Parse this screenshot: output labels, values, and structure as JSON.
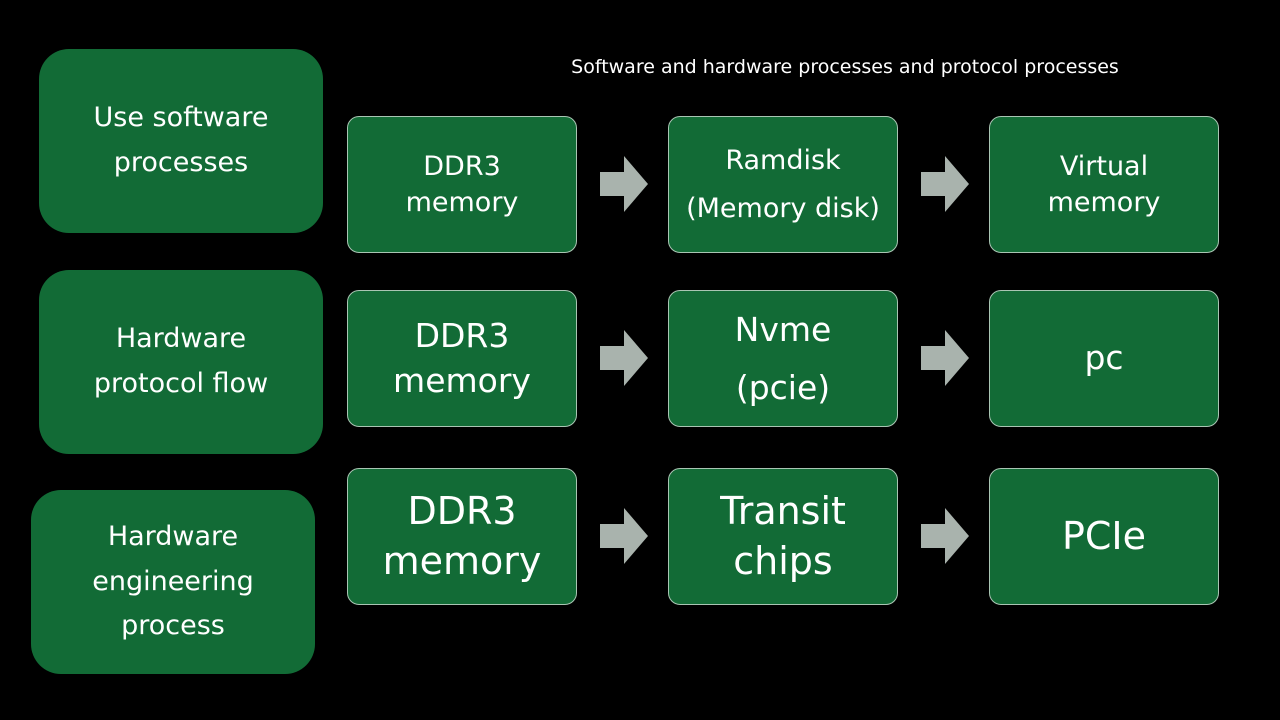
{
  "title": "Software and hardware processes and protocol processes",
  "colors": {
    "box_fill": "#126b36",
    "box_border": "#a9c5b3",
    "arrow": "#a9b3ad",
    "background": "#000000"
  },
  "rows": [
    {
      "label": "Use software\nprocesses",
      "steps": [
        {
          "text": "DDR3\nmemory"
        },
        {
          "text": "Ramdisk\n(Memory disk)"
        },
        {
          "text": "Virtual\nmemory"
        }
      ]
    },
    {
      "label": "Hardware\nprotocol flow",
      "steps": [
        {
          "text": "DDR3\nmemory"
        },
        {
          "text": "Nvme\n(pcie)"
        },
        {
          "text": "pc"
        }
      ]
    },
    {
      "label": "Hardware\nengineering\nprocess",
      "steps": [
        {
          "text": "DDR3\nmemory"
        },
        {
          "text": "Transit\nchips"
        },
        {
          "text": "PCIe"
        }
      ]
    }
  ],
  "arrow_icon": "right-arrow-icon"
}
